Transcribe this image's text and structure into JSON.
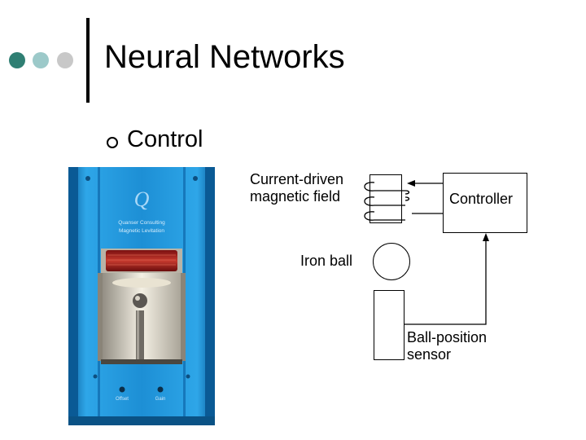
{
  "slide": {
    "title": "Neural Networks",
    "bullet": "Control",
    "colors": {
      "dot1": "#2f7f73",
      "dot2": "#9cc9c9",
      "dot3": "#c8c8c8",
      "device_blue": "#1c8fd6"
    }
  },
  "diagram": {
    "coil_label": "Current-driven magnetic field",
    "controller_label": "Controller",
    "ball_label": "Iron ball",
    "sensor_label": "Ball-position sensor"
  },
  "photo": {
    "subject": "magnetic levitation device",
    "brand_line1": "Quanser Consulting",
    "brand_line2": "Magnetic Levitation",
    "knob1_label": "Offset",
    "knob2_label": "Gain"
  }
}
